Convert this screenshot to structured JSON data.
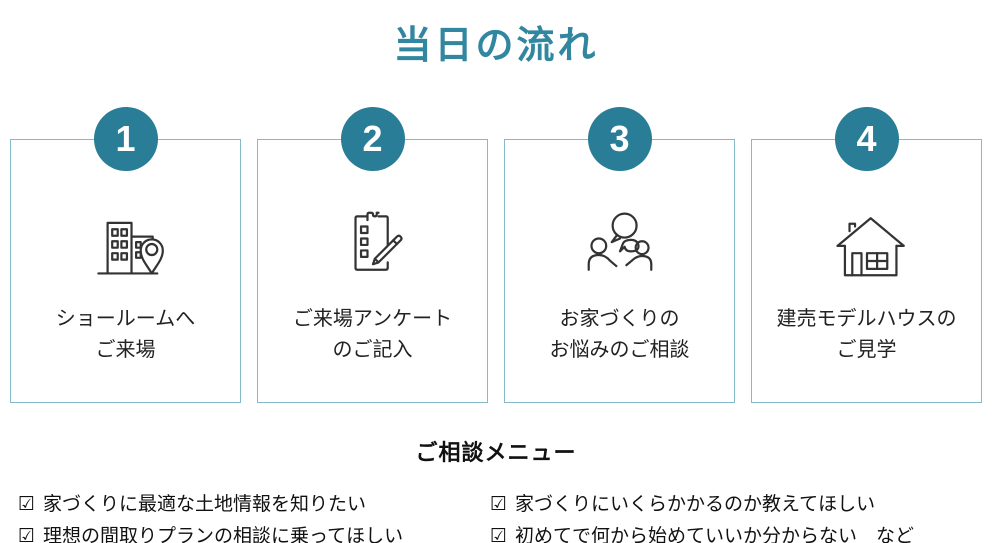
{
  "header": {
    "title": "当日の流れ"
  },
  "steps": [
    {
      "number": "1",
      "icon": "building-location-icon",
      "label_line1": "ショールームへ",
      "label_line2": "ご来場"
    },
    {
      "number": "2",
      "icon": "survey-pencil-icon",
      "label_line1": "ご来場アンケート",
      "label_line2": "のご記入"
    },
    {
      "number": "3",
      "icon": "consultation-people-icon",
      "label_line1": "お家づくりの",
      "label_line2": "お悩みのご相談"
    },
    {
      "number": "4",
      "icon": "model-house-icon",
      "label_line1": "建売モデルハウスの",
      "label_line2": "ご見学"
    }
  ],
  "consultation": {
    "title": "ご相談メニュー",
    "checkbox_glyph": "☑",
    "items_left": [
      "家づくりに最適な土地情報を知りたい",
      "理想の間取りプランの相談に乗ってほしい"
    ],
    "items_right": [
      "家づくりにいくらかかるのか教えてほしい",
      "初めてで何から始めていいか分からない　など"
    ]
  },
  "colors": {
    "accent_circle": "#2a7d96",
    "title_teal": "#3186a0",
    "card_border": "#85b9c7",
    "text": "#222222"
  }
}
